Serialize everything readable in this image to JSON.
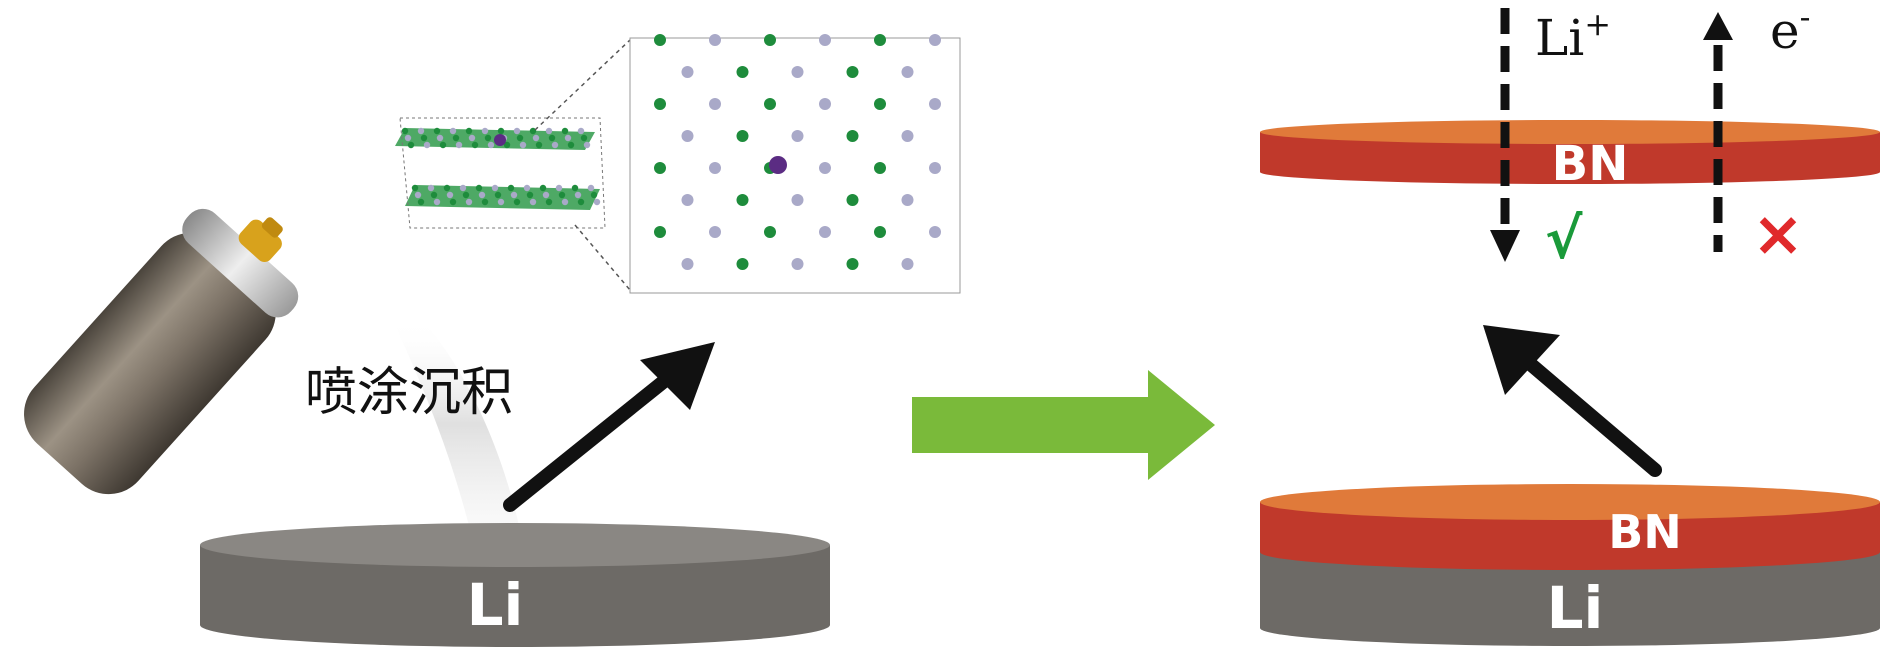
{
  "left_panel": {
    "substrate_label": "Li",
    "process_label": "喷涂沉积"
  },
  "right_panel": {
    "top_layer_label": "BN",
    "bottom_coating_label": "BN",
    "bottom_substrate_label": "Li",
    "ion_label": "Li",
    "ion_charge": "+",
    "electron_label": "e",
    "electron_charge": "-",
    "ion_pass_mark": "√",
    "electron_block_mark": "×"
  },
  "colors": {
    "lithium": "#6d6a66",
    "bn_layer": "#c0392b",
    "bn_edge": "#e07a3a",
    "process_arrow": "#7aba3a",
    "boron_atom": "#1e8c3c",
    "nitrogen_atom": "#a9a9c8",
    "dopant_atom": "#5b2c83",
    "check_mark": "#1a9a3a",
    "cross_mark": "#e0292b"
  }
}
